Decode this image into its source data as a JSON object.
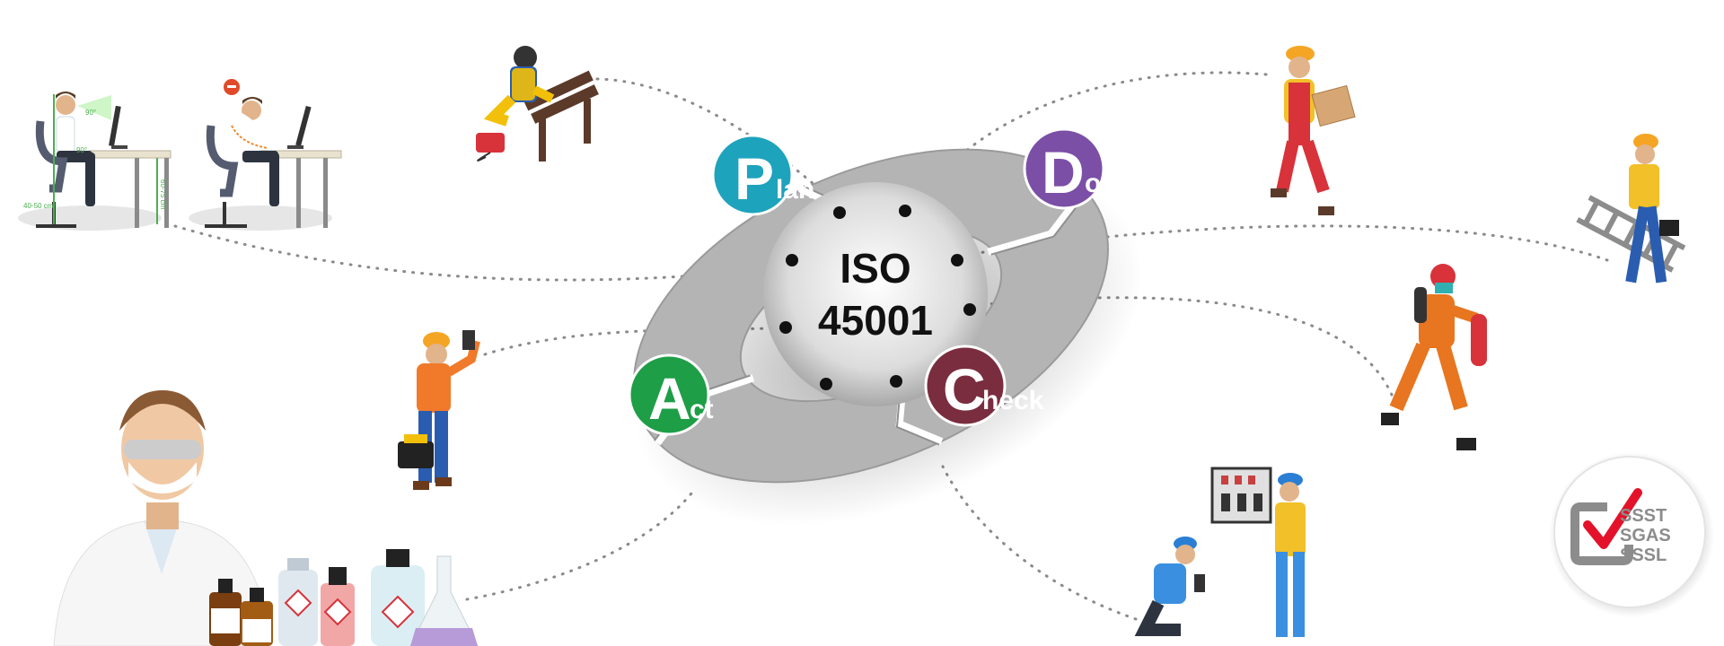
{
  "center": {
    "line1": "ISO",
    "line2": "45001"
  },
  "pdca": {
    "plan": {
      "initial": "P",
      "rest": "lan",
      "color": "#1ea3bd"
    },
    "do": {
      "initial": "D",
      "rest": "o",
      "color": "#7b4fa6"
    },
    "check": {
      "initial": "C",
      "rest": "heck",
      "color": "#7a2d3f"
    },
    "act": {
      "initial": "A",
      "rest": "ct",
      "color": "#1e9e46"
    }
  },
  "logo": {
    "line1": "SSST",
    "line2": "SGAS",
    "line3": "SSSL",
    "check_color": "#e3122a"
  },
  "ergonomics": {
    "dim_height": "60-75 cm",
    "dim_seat": "40-50 cm",
    "angle_1": "90°",
    "angle_2": "90°"
  },
  "icons": {
    "ring": "pdca-cycle-ring",
    "office": "ergonomic-workstation-icon",
    "welder": "welder-worker-icon",
    "mover": "worker-carrying-box-icon",
    "ladder": "worker-with-ladder-icon",
    "driller": "worker-with-drill-icon",
    "firefighter": "firefighter-with-extinguisher-icon",
    "electricians": "electricians-at-panel-icon",
    "chemist": "lab-technician-icon",
    "bottles": "hazardous-chemicals-icon"
  }
}
